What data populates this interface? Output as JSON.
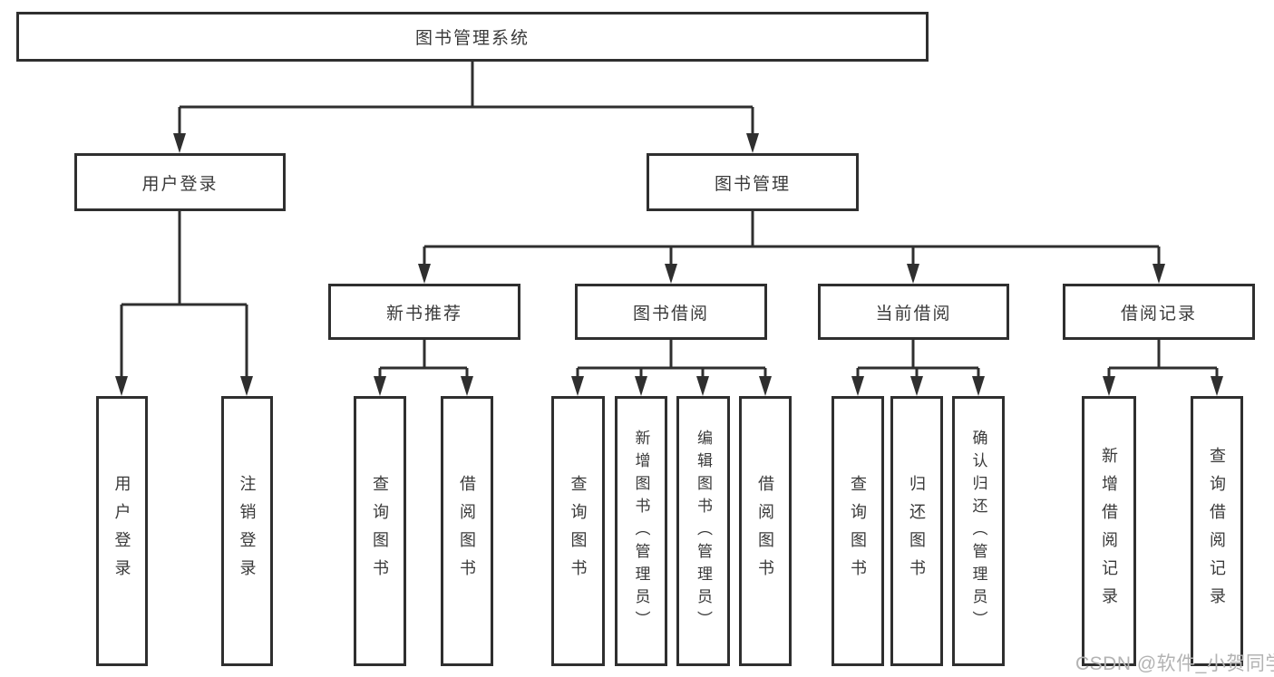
{
  "nodes": {
    "root": "图书管理系统",
    "user_login": "用户登录",
    "book_management": "图书管理",
    "new_book_recommend": "新书推荐",
    "book_borrowing": "图书借阅",
    "current_borrowing": "当前借阅",
    "borrowing_records": "借阅记录",
    "ul_user_login": "用户登录",
    "ul_logout": "注销登录",
    "nbr_query_books": "查询图书",
    "nbr_borrow_books": "借阅图书",
    "bb_query_books": "查询图书",
    "bb_add_books_admin": "新增图书（管理员）",
    "bb_edit_books_admin": "编辑图书（管理员）",
    "bb_borrow_books": "借阅图书",
    "cb_query_books": "查询图书",
    "cb_return_books": "归还图书",
    "cb_confirm_return_admin": "确认归还（管理员）",
    "br_add_record": "新增借阅记录",
    "br_query_record": "查询借阅记录"
  },
  "watermark": {
    "text": "CSDN @软件_小贺同学"
  },
  "colors": {
    "line": "#2f2f2f",
    "text": "#3a3a3a",
    "box_background": "#ffffff",
    "watermark": "#b3b3b3"
  }
}
